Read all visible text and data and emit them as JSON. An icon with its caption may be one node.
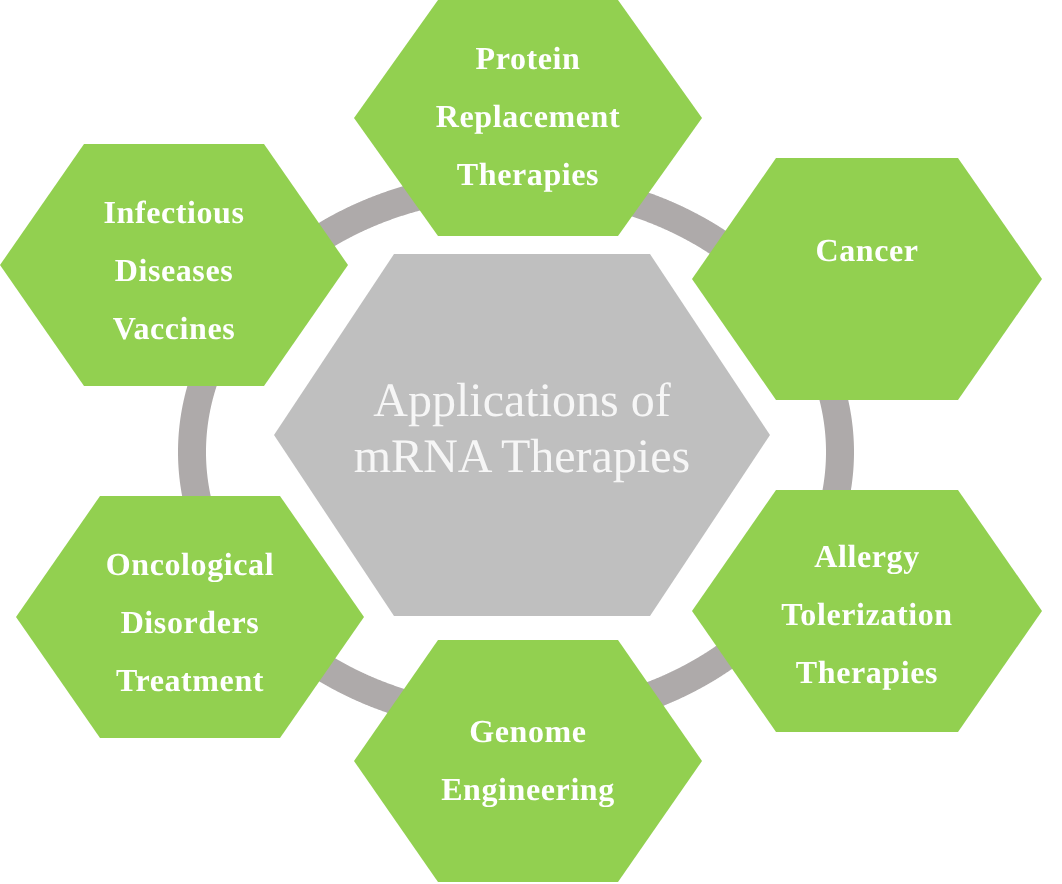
{
  "diagram": {
    "nodes": [
      {
        "text": [
          "Protein Replacement Therapies"
        ]
      },
      {
        "text": [
          "Infectious Diseases Vaccines"
        ]
      },
      {
        "text": [
          "Cancer"
        ]
      },
      {
        "text": [
          "Applications of mRNA Therapies"
        ]
      },
      {
        "text": [
          "Oncological Disorders Treatment"
        ]
      },
      {
        "text": [
          "Allergy Tolerization Therapies"
        ]
      },
      {
        "text": [
          "Genome Engineering"
        ]
      }
    ],
    "edges": [
      {
        "from": 0,
        "to": 2,
        "arrow": "none"
      },
      {
        "from": 2,
        "to": 5,
        "arrow": "none"
      },
      {
        "from": 5,
        "to": 6,
        "arrow": "none"
      },
      {
        "from": 6,
        "to": 4,
        "arrow": "none"
      },
      {
        "from": 4,
        "to": 1,
        "arrow": "none"
      },
      {
        "from": 1,
        "to": 0,
        "arrow": "none"
      }
    ]
  }
}
